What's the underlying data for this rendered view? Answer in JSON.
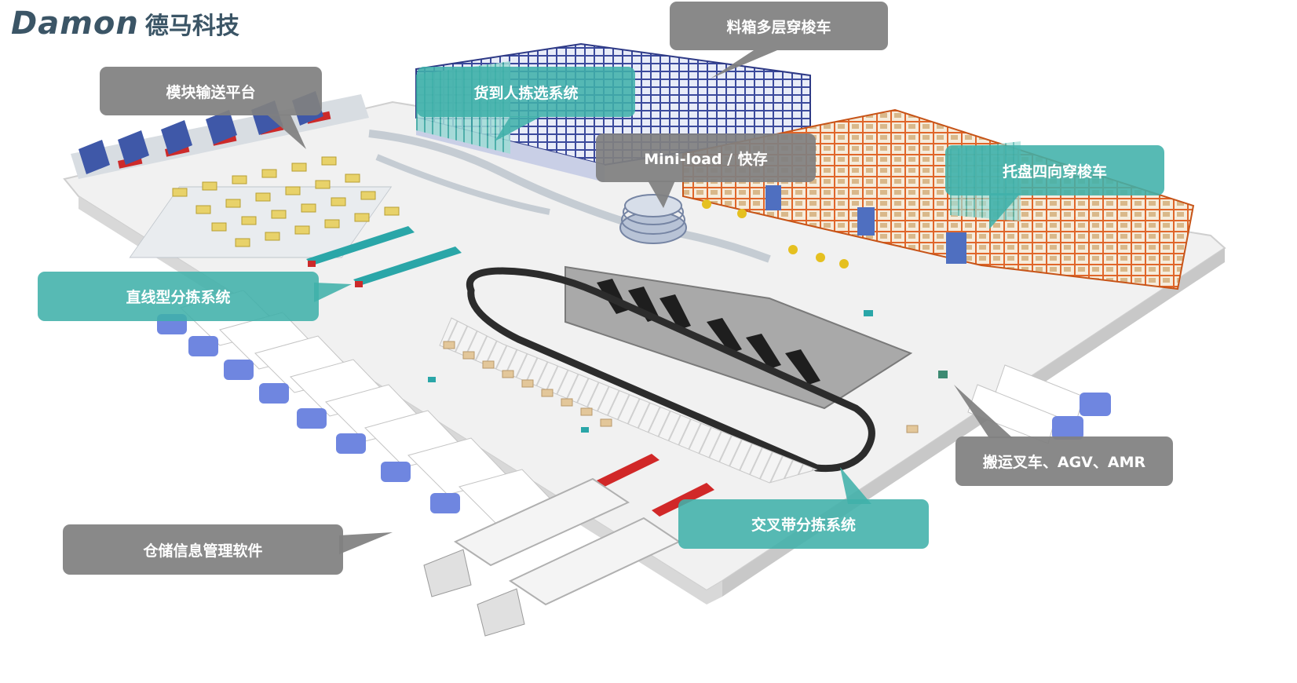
{
  "logo": {
    "wordmark": "Damon",
    "chinese": "德马科技"
  },
  "labels": {
    "shuttle_multilayer": "料箱多层穿梭车",
    "module_conveyor": "模块输送平台",
    "goods_to_person": "货到人拣选系统",
    "miniload": "Mini-load / 快存",
    "pallet_shuttle": "托盘四向穿梭车",
    "linear_sorter": "直线型分拣系统",
    "forklift_agv_amr": "搬运叉车、AGV、AMR",
    "wms": "仓储信息管理软件",
    "cross_belt": "交叉带分拣系统"
  },
  "colors": {
    "callout_gray": "#808080",
    "callout_teal": "#40b0aa",
    "logo": "#3b5566",
    "rack_blue": "#3b4a9c",
    "rack_orange": "#e0662a",
    "truck_blue": "#6f86e0"
  }
}
